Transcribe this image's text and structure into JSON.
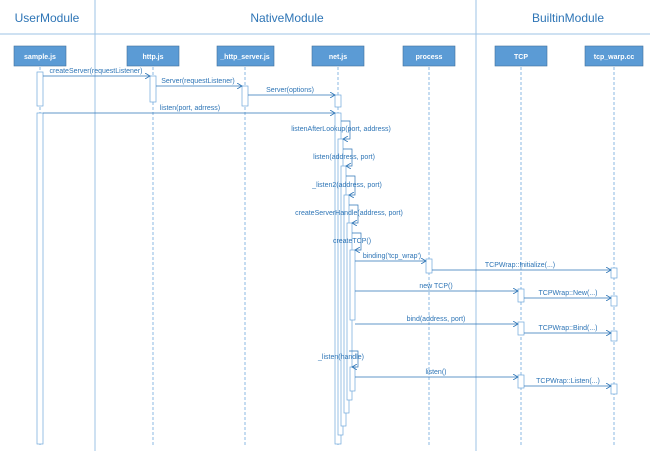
{
  "modules": [
    {
      "name": "UserModule"
    },
    {
      "name": "NativeModule"
    },
    {
      "name": "BuiltinModule"
    }
  ],
  "actors": [
    {
      "id": "sample",
      "label": "sample.js"
    },
    {
      "id": "http",
      "label": "http.js"
    },
    {
      "id": "http_server",
      "label": "_http_server.js"
    },
    {
      "id": "net",
      "label": "net.js"
    },
    {
      "id": "process",
      "label": "process"
    },
    {
      "id": "tcp",
      "label": "TCP"
    },
    {
      "id": "tcp_wrap",
      "label": "tcp_warp.cc"
    }
  ],
  "messages": [
    {
      "from": "sample",
      "to": "http",
      "label": "createServer(requestListener)"
    },
    {
      "from": "http",
      "to": "http_server",
      "label": "Server(requestListener)"
    },
    {
      "from": "http_server",
      "to": "net",
      "label": "Server(options)"
    },
    {
      "from": "sample",
      "to": "net",
      "label": "listen(port, adrress)"
    },
    {
      "from": "net",
      "to": "net",
      "label": "listenAfterLookup(port, address)"
    },
    {
      "from": "net",
      "to": "net",
      "label": "listen(address, port)"
    },
    {
      "from": "net",
      "to": "net",
      "label": "_listen2(address, port)"
    },
    {
      "from": "net",
      "to": "net",
      "label": "createServerHandle(address, port)"
    },
    {
      "from": "net",
      "to": "net",
      "label": "createTCP()"
    },
    {
      "from": "net",
      "to": "process",
      "label": "binding('tcp_wrap')"
    },
    {
      "from": "process",
      "to": "tcp_wrap",
      "label": "TCPWrap::Initialize(...)"
    },
    {
      "from": "net",
      "to": "tcp",
      "label": "new TCP()"
    },
    {
      "from": "tcp",
      "to": "tcp_wrap",
      "label": "TCPWrap::New(...)"
    },
    {
      "from": "net",
      "to": "tcp",
      "label": "bind(address, port)"
    },
    {
      "from": "tcp",
      "to": "tcp_wrap",
      "label": "TCPWrap::Bind(...)"
    },
    {
      "from": "net",
      "to": "net",
      "label": "_listen(handle)"
    },
    {
      "from": "net",
      "to": "tcp",
      "label": "listen()"
    },
    {
      "from": "tcp",
      "to": "tcp_wrap",
      "label": "TCPWrap::Listen(...)"
    }
  ],
  "colors": {
    "accent": "#2e75b6",
    "actor_fill": "#5b9bd5",
    "line": "#6fa8dc",
    "divider": "#9dc3e6"
  }
}
